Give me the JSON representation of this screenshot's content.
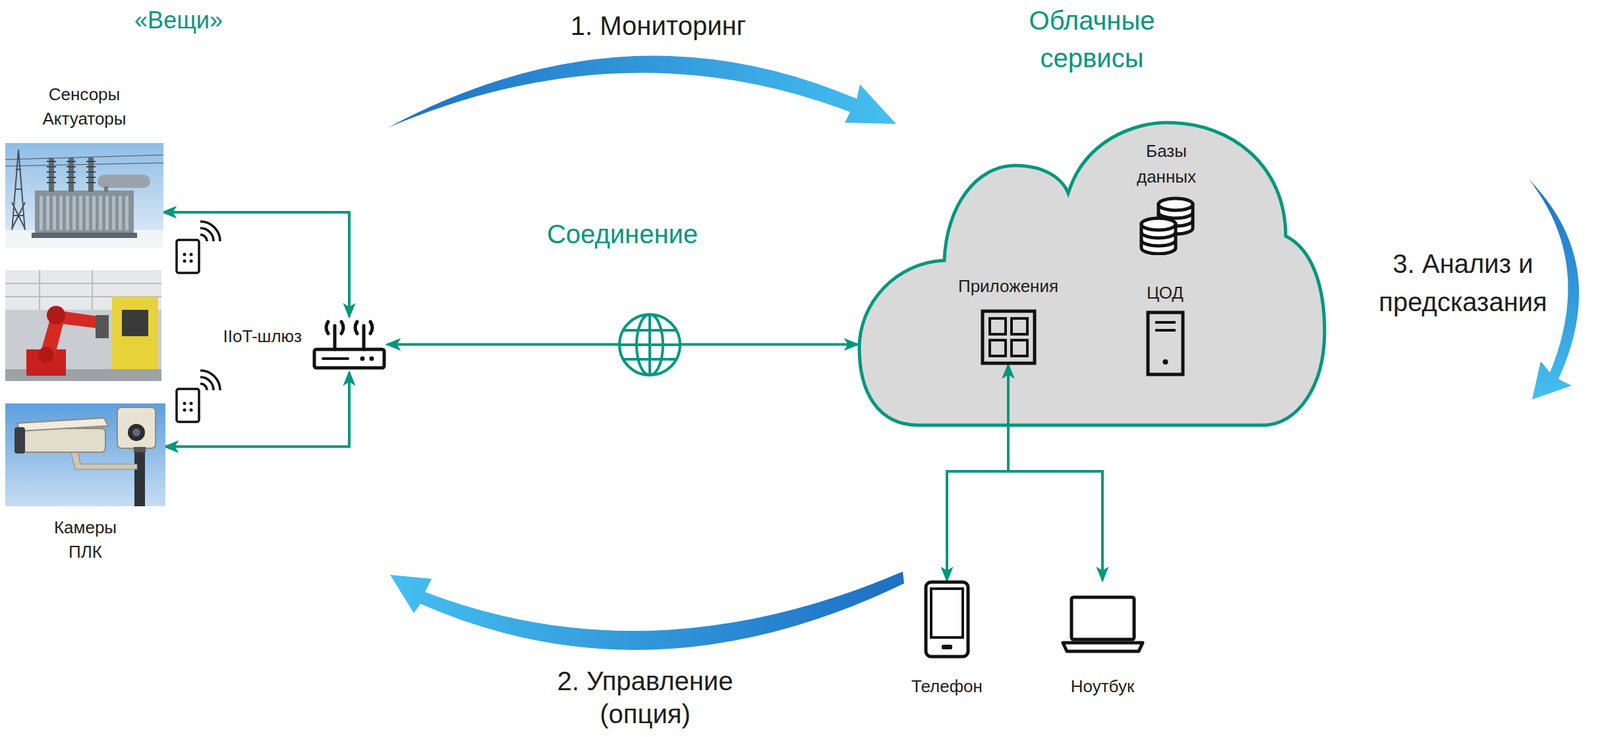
{
  "diagram": {
    "nodes": [
      {
        "text": [
          "Сенсоры Актуаторы"
        ]
      },
      {
        "text": [
          "Камеры ПЛК"
        ]
      },
      {
        "text": [
          "IIoT-шлюз"
        ]
      },
      {
        "text": [
          "Облачные сервисы"
        ]
      },
      {
        "text": [
          "Базы данных"
        ],
        "in": 3
      },
      {
        "text": [
          "Приложения"
        ],
        "in": 3
      },
      {
        "text": [
          "ЦОД"
        ],
        "in": 3
      },
      {
        "text": [
          "Телефон"
        ]
      },
      {
        "text": [
          "Ноутбук"
        ]
      }
    ],
    "edges": [
      {
        "from": 2,
        "to": 0,
        "arrow": "both"
      },
      {
        "from": 2,
        "to": 1,
        "arrow": "both"
      },
      {
        "from": 2,
        "to": 3,
        "label": "Соединение",
        "arrow": "both"
      },
      {
        "from": 5,
        "to": 7,
        "arrow": "both"
      },
      {
        "from": 5,
        "to": 8,
        "arrow": "both"
      }
    ],
    "labels": [
      "«Вещи»",
      "1. Мониторинг",
      "2. Управление (опция)",
      "3. Анализ и предсказания"
    ]
  }
}
